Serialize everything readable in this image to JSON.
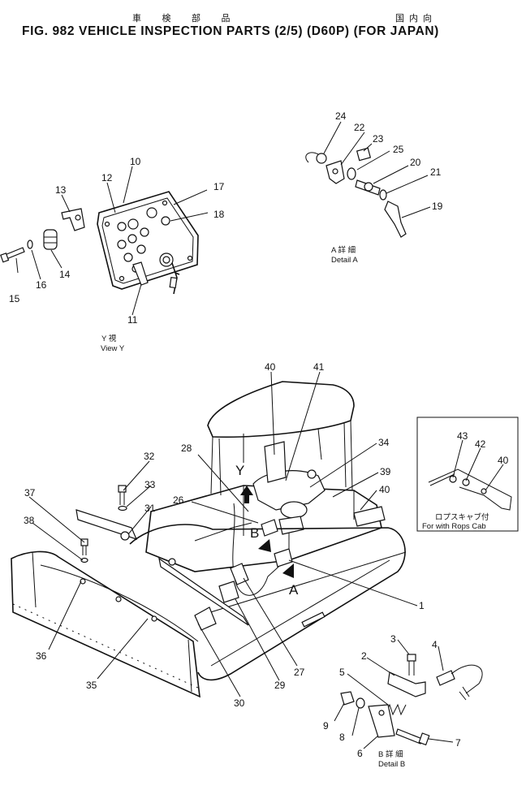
{
  "header": {
    "title": "FIG. 982  VEHICLE  INSPECTION  PARTS  (2/5)  (D60P)  (FOR  JAPAN)",
    "jp_left": "車 検 部 品",
    "jp_right": "国内向"
  },
  "view_y": {
    "label_jp": "Y 視",
    "label": "View Y",
    "callouts": [
      "10",
      "12",
      "13",
      "14",
      "15",
      "16",
      "17",
      "18",
      "11"
    ]
  },
  "detail_a": {
    "label_jp": "A 詳 細",
    "label": "Detail A",
    "callouts": [
      "24",
      "22",
      "23",
      "25",
      "20",
      "21",
      "19"
    ]
  },
  "detail_b": {
    "label_jp": "B 詳 細",
    "label": "Detail B",
    "callouts": [
      "3",
      "4",
      "2",
      "5",
      "9",
      "8",
      "6",
      "7"
    ]
  },
  "rops_inset": {
    "label_jp": "ロプスキャブ付",
    "label": "For with Rops Cab",
    "callouts": [
      "43",
      "42",
      "40"
    ]
  },
  "main_view": {
    "callouts": [
      "40",
      "41",
      "34",
      "39",
      "40",
      "28",
      "32",
      "33",
      "31",
      "37",
      "38",
      "26",
      "1",
      "36",
      "35",
      "30",
      "29",
      "27"
    ],
    "arrows": [
      "Y",
      "B",
      "A"
    ]
  }
}
